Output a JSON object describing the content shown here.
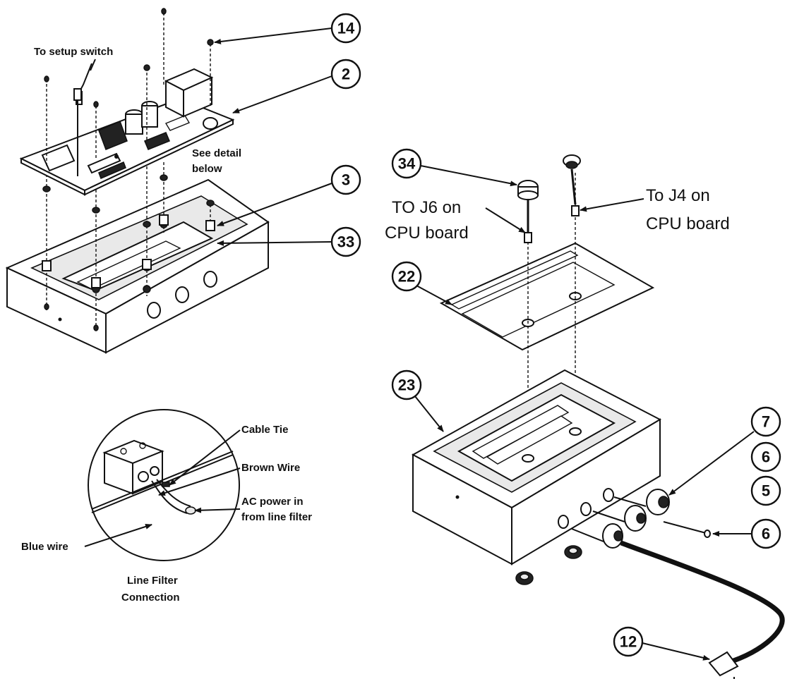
{
  "callouts": {
    "c14": "14",
    "c2": "2",
    "c3": "3",
    "c33": "33",
    "c34": "34",
    "c22": "22",
    "c23": "23",
    "c7": "7",
    "c6a": "6",
    "c5": "5",
    "c6b": "6",
    "c12": "12"
  },
  "labels": {
    "setup_switch": "To setup switch",
    "see_detail_1": "See detail",
    "see_detail_2": "below",
    "to_j6_1": "TO J6 on",
    "to_j6_2": "CPU board",
    "to_j4_1": "To J4 on",
    "to_j4_2": "CPU board",
    "cable_tie": "Cable Tie",
    "brown_wire": "Brown Wire",
    "ac_power_1": "AC power in",
    "ac_power_2": "from line filter",
    "blue_wire": "Blue wire",
    "line_filter_1": "Line Filter",
    "line_filter_2": "Connection"
  }
}
